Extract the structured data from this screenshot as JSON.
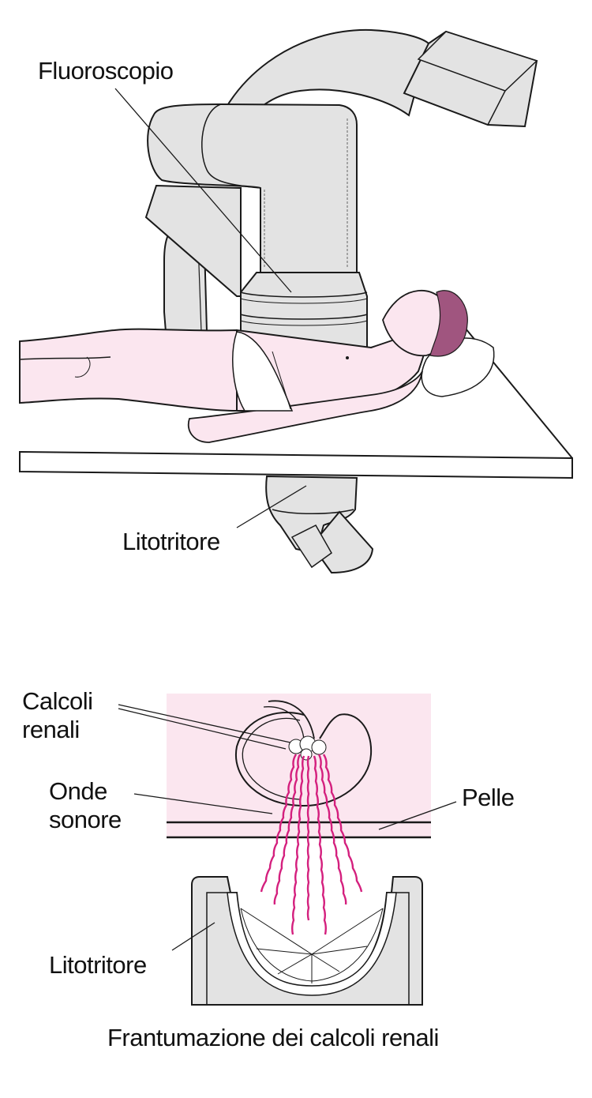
{
  "figure": {
    "title": "Frantumazione dei calcoli renali",
    "colors": {
      "equipment_gray": "#e3e3e3",
      "skin_pink": "#fbe6ef",
      "hair_purple": "#a0557f",
      "panel_pink": "#fbe6ef",
      "sound_wave_magenta": "#d4207e",
      "outline": "#1a1a1a",
      "background": "#ffffff"
    }
  },
  "top_panel": {
    "labels": {
      "fluoroscope": "Fluoroscopio",
      "lithotripter": "Litotritore"
    }
  },
  "bottom_panel": {
    "labels": {
      "kidney_stones": "Calcoli\nrenali",
      "sound_waves": "Onde\nsonore",
      "skin": "Pelle",
      "lithotripter": "Litotritore"
    },
    "caption": "Frantumazione dei calcoli renali"
  }
}
